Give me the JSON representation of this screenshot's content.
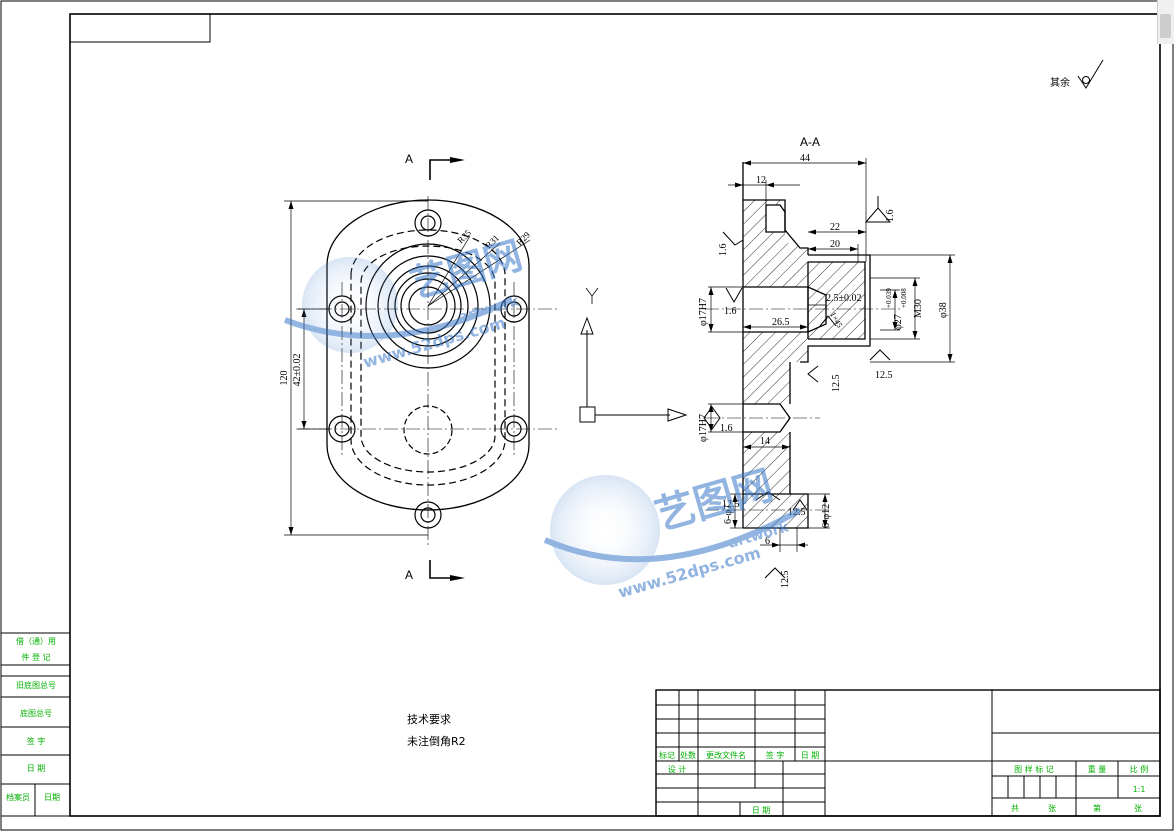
{
  "drawing": {
    "section_top": "A",
    "section_bottom": "A",
    "section_title": "A-A",
    "surface_rest_label": "其余",
    "ucs_y": "Y"
  },
  "front_view": {
    "height_dim": "120",
    "center_dim": "42±0.02",
    "radius_1": "R35",
    "radius_2": "R31",
    "radius_3": "R29"
  },
  "section_view": {
    "dim_44": "44",
    "dim_12": "12",
    "dim_22": "22",
    "dim_20": "20",
    "dim_2_5": "2.5±0.02",
    "dim_26_5": "26.5",
    "dim_14": "14",
    "dim_6": "6",
    "dim_phi17_top": "φ17H7",
    "dim_phi17_bot": "φ17H7",
    "dim_m30": "M30",
    "dim_phi38": "φ38",
    "dim_phi27": "φ27",
    "dim_phi27_tol_up": "+0.039",
    "dim_phi27_tol_lo": "+0.008",
    "dim_6phi7": "6-φ7",
    "dim_6phi12": "6-φ12",
    "chamfer_label": "1×45",
    "roughness_1_6_a": "1.6",
    "roughness_1_6_b": "1.6",
    "roughness_1_6_c": "1.6",
    "roughness_1_6_d": "1.6",
    "roughness_12_5_a": "12.5",
    "roughness_12_5_b": "12.5",
    "roughness_12_5_c": "12.5",
    "roughness_12_5_d": "12.5",
    "roughness_12_5_e": "12.5"
  },
  "tech_requirements": {
    "title": "技术要求",
    "item1": "未注倒角R2"
  },
  "left_strip": {
    "row1": "借（通）用",
    "row2": "件 登 记",
    "row3": "旧底图总号",
    "row4": "底图总号",
    "row5": "签  字",
    "row6": "日  期",
    "row7a": "档案员",
    "row7b": "日期"
  },
  "title_block": {
    "mark": "标记",
    "count": "处数",
    "change_doc": "更改文件名",
    "signature": "签  字",
    "date": "日  期",
    "design": "设 计",
    "date2": "日 期",
    "stage_mark": "图 样 标 记",
    "weight": "重 量",
    "scale": "比 例",
    "scale_value": "1:1",
    "total": "共",
    "sheet": "张",
    "no": "第",
    "sheet2": "张"
  },
  "watermark": {
    "brand": "艺图网",
    "url": "www.52dps.com",
    "art": "artwork"
  },
  "colors": {
    "line": "#000000",
    "strip_text": "#00b000",
    "watermark": "#3a78c8"
  }
}
